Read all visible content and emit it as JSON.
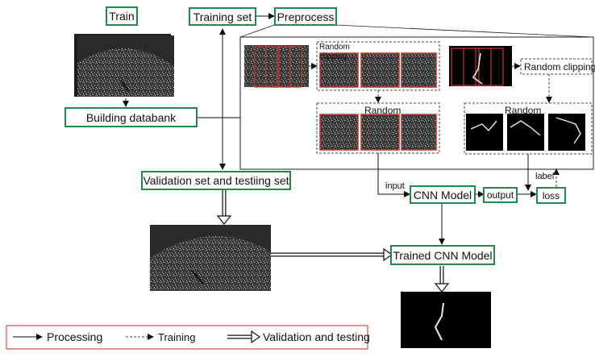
{
  "nodes": {
    "train": "Train",
    "training_set": "Training set",
    "preprocess": "Preprocess",
    "building_databank": "Building databank",
    "validation_testing_set": "Validation set and testiing set",
    "cnn_model": "CNN Model",
    "output": "output",
    "loss": "loss",
    "trained_cnn_model": "Trained CNN Model"
  },
  "preprocess_panel": {
    "random_clipping_top": "Random clipping",
    "random_left": "Random",
    "random_right": "Random",
    "random_clipping_label": "Random clipping"
  },
  "edge_labels": {
    "input": "input",
    "label": "label"
  },
  "legend": {
    "processing": "Processing",
    "training": "Training",
    "validation_and_testing": "Validation and testing"
  },
  "colors": {
    "box_border": "#1f8a4c",
    "legend_border": "#c0504d",
    "clip_frame": "#c0392b",
    "crack": "#e8e8e8"
  }
}
